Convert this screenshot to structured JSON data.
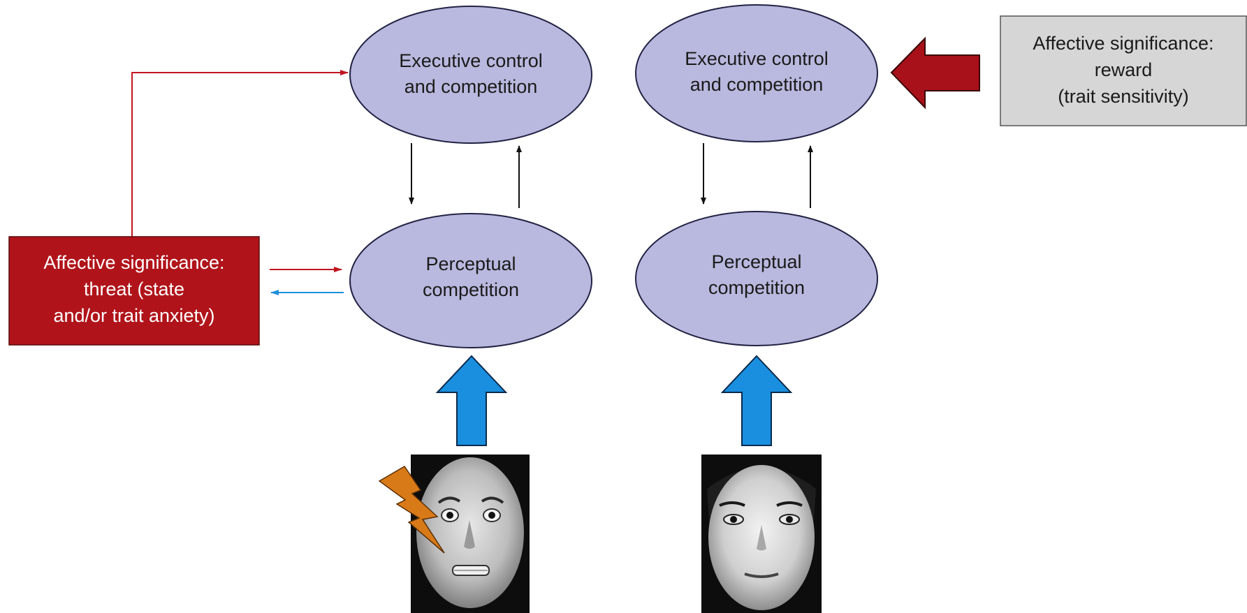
{
  "nodes": {
    "exec_left": {
      "line1": "Executive control",
      "line2": "and competition"
    },
    "exec_right": {
      "line1": "Executive control",
      "line2": "and competition"
    },
    "percep_left": {
      "line1": "Perceptual",
      "line2": "competition"
    },
    "percep_right": {
      "line1": "Perceptual",
      "line2": "competition"
    }
  },
  "boxes": {
    "threat": {
      "line1": "Affective significance:",
      "line2": "threat (state",
      "line3": "and/or trait anxiety)",
      "fill": "#b0141a"
    },
    "reward": {
      "line1": "Affective significance:",
      "line2": "reward",
      "line3": "(trait sensitivity)",
      "fill": "#d6d6d6"
    }
  },
  "stimuli": {
    "left": "fearful-face-photo",
    "right": "neutral-face-photo",
    "threat_marker": "lightning-bolt-icon"
  },
  "colors": {
    "node_fill": "#b9b9df",
    "threat_arrow": "#c0151f",
    "feedback_arrow": "#1e90d8",
    "bottom_up_arrow": "#1a8fe0",
    "reward_arrow": "#a8111a",
    "bolt": "#d97a18"
  }
}
